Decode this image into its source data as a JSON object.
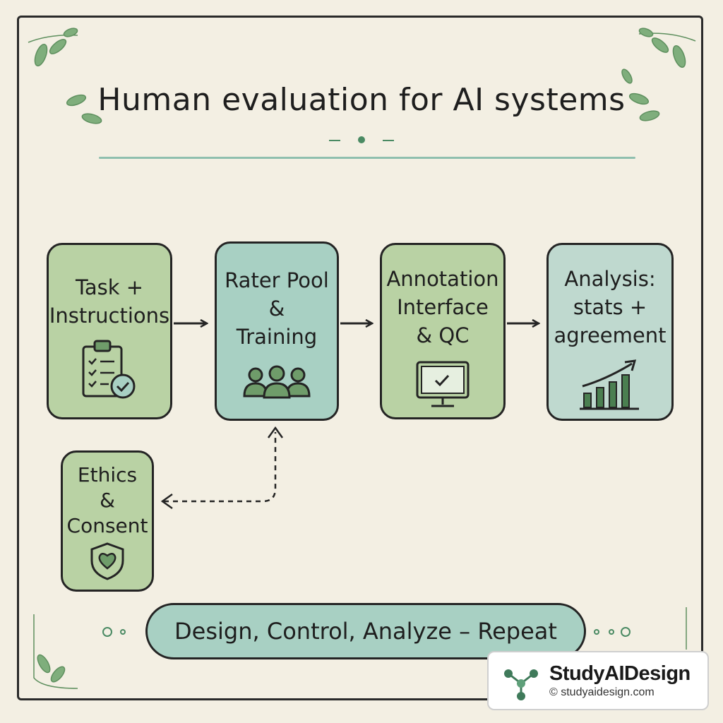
{
  "title": "Human evaluation for AI systems",
  "colors": {
    "background": "#f3efe3",
    "box_green": "#b9d2a4",
    "box_teal": "#a8d0c3",
    "box_pale": "#bfd9cf",
    "outline": "#242424",
    "accent": "#4a8a63",
    "rule": "#8fbfae"
  },
  "steps": [
    {
      "label": "Task +\nInstructions",
      "icon": "clipboard-check-icon"
    },
    {
      "label": "Rater Pool\n&\nTraining",
      "icon": "people-group-icon"
    },
    {
      "label": "Annotation\nInterface\n& QC",
      "icon": "monitor-check-icon"
    },
    {
      "label": "Analysis:\nstats +\nagreement",
      "icon": "bar-chart-up-icon"
    }
  ],
  "side_box": {
    "label": "Ethics\n&\nConsent",
    "icon": "shield-heart-icon"
  },
  "loop_banner": "Design, Control, Analyze – Repeat",
  "badge": {
    "name": "StudyAIDesign",
    "url": "© studyaidesign.com",
    "icon": "molecule-logo-icon"
  }
}
